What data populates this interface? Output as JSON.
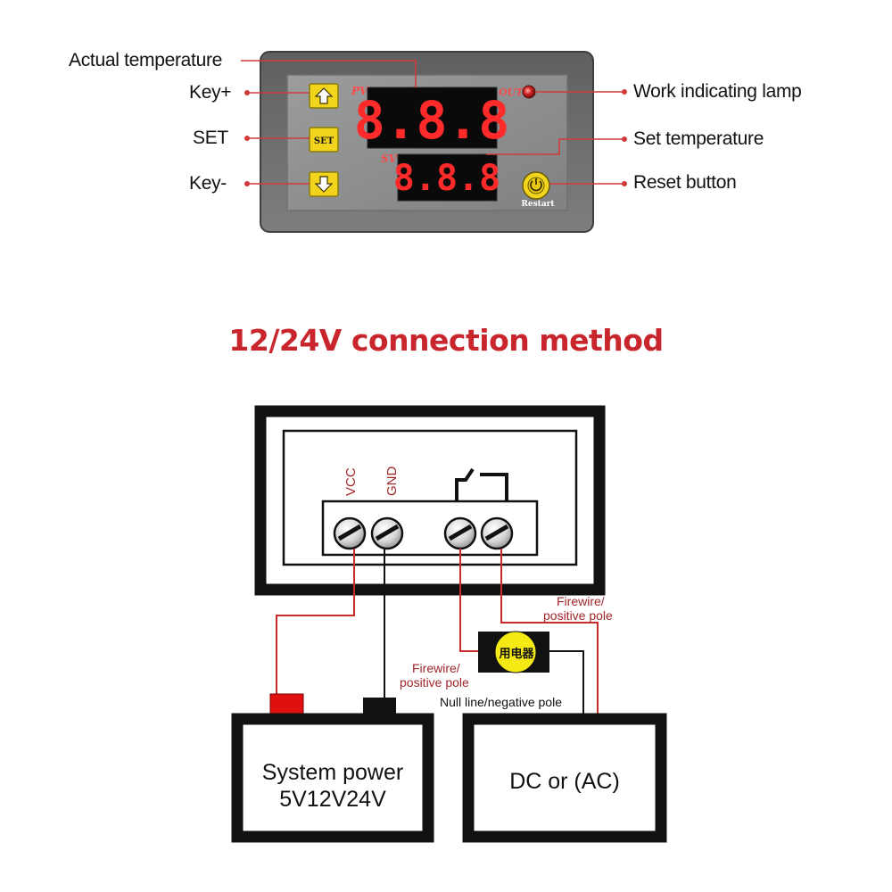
{
  "controller": {
    "pv_label": "PV",
    "sv_label": "SV",
    "out_label": "OUT",
    "pv_display": "8.8.8",
    "sv_display": "8.8.8",
    "set_key_label": "SET",
    "restart_label": "Restart"
  },
  "callouts": {
    "actual_temperature": "Actual temperature",
    "key_plus": "Key+",
    "set": "SET",
    "key_minus": "Key-",
    "work_lamp": "Work indicating lamp",
    "set_temperature": "Set temperature",
    "reset_button": "Reset button"
  },
  "wiring": {
    "title": "12/24V connection method",
    "terminal_vcc": "VCC",
    "terminal_gnd": "GND",
    "appliance_label": "用电器",
    "firewire_top_line1": "Firewire/",
    "firewire_top_line2": "positive pole",
    "firewire_left_line1": "Firewire/",
    "firewire_left_line2": "positive pole",
    "null_line": "Null line/negative pole",
    "power_box_line1": "System power",
    "power_box_line2": "5V12V24V",
    "dc_box": "DC or (AC)"
  },
  "colors": {
    "panel_frame": "#6a6a6a",
    "panel_face": "#8a8c8e",
    "led_digit": "#ff2a2a",
    "key_yellow": "#f2d41c",
    "callout_red": "#d23a3a",
    "title_red": "#c9252c",
    "wire_red": "#c92a2a",
    "positive_terminal": "#e01010",
    "appliance_yellow": "#f5ea14"
  },
  "icons": {
    "key_plus": "up-arrow-icon",
    "key_minus": "down-arrow-icon",
    "reset": "power-icon",
    "lamp": "led-lamp-icon",
    "relay": "relay-switch-icon",
    "screw": "screw-terminal-icon"
  }
}
